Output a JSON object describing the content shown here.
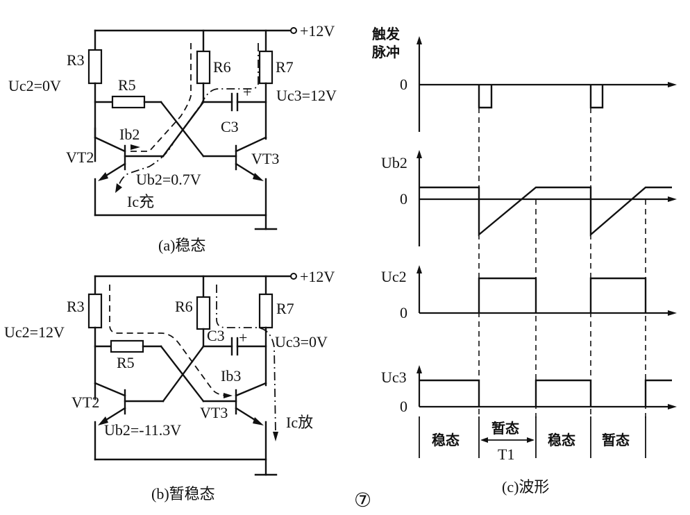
{
  "figure_number": "⑦",
  "supply": "+12V",
  "circuit_a": {
    "caption": "(a)稳态",
    "r3": "R3",
    "r5": "R5",
    "r6": "R6",
    "r7": "R7",
    "c3": "C3",
    "c3_plus": "+",
    "vt2": "VT2",
    "vt3": "VT3",
    "uc2": "Uc2=0V",
    "uc3": "Uc3=12V",
    "ib2": "Ib2",
    "ub2": "Ub2=0.7V",
    "ic": "Ic充"
  },
  "circuit_b": {
    "caption": "(b)暂稳态",
    "r3": "R3",
    "r5": "R5",
    "r6": "R6",
    "r7": "R7",
    "c3": "C3",
    "c3_plus": "+",
    "vt2": "VT2",
    "vt3": "VT3",
    "uc2": "Uc2=12V",
    "uc3": "Uc3=0V",
    "ib3": "Ib3",
    "ub2": "Ub2=-11.3V",
    "ic": "Ic放"
  },
  "waveforms": {
    "caption": "(c)波形",
    "trigger_label_1": "触发",
    "trigger_label_2": "脉冲",
    "ub2": "Ub2",
    "uc2": "Uc2",
    "uc3": "Uc3",
    "zero": "0",
    "states": [
      "稳态",
      "暂态",
      "稳态",
      "暂态"
    ],
    "period": "T1"
  }
}
